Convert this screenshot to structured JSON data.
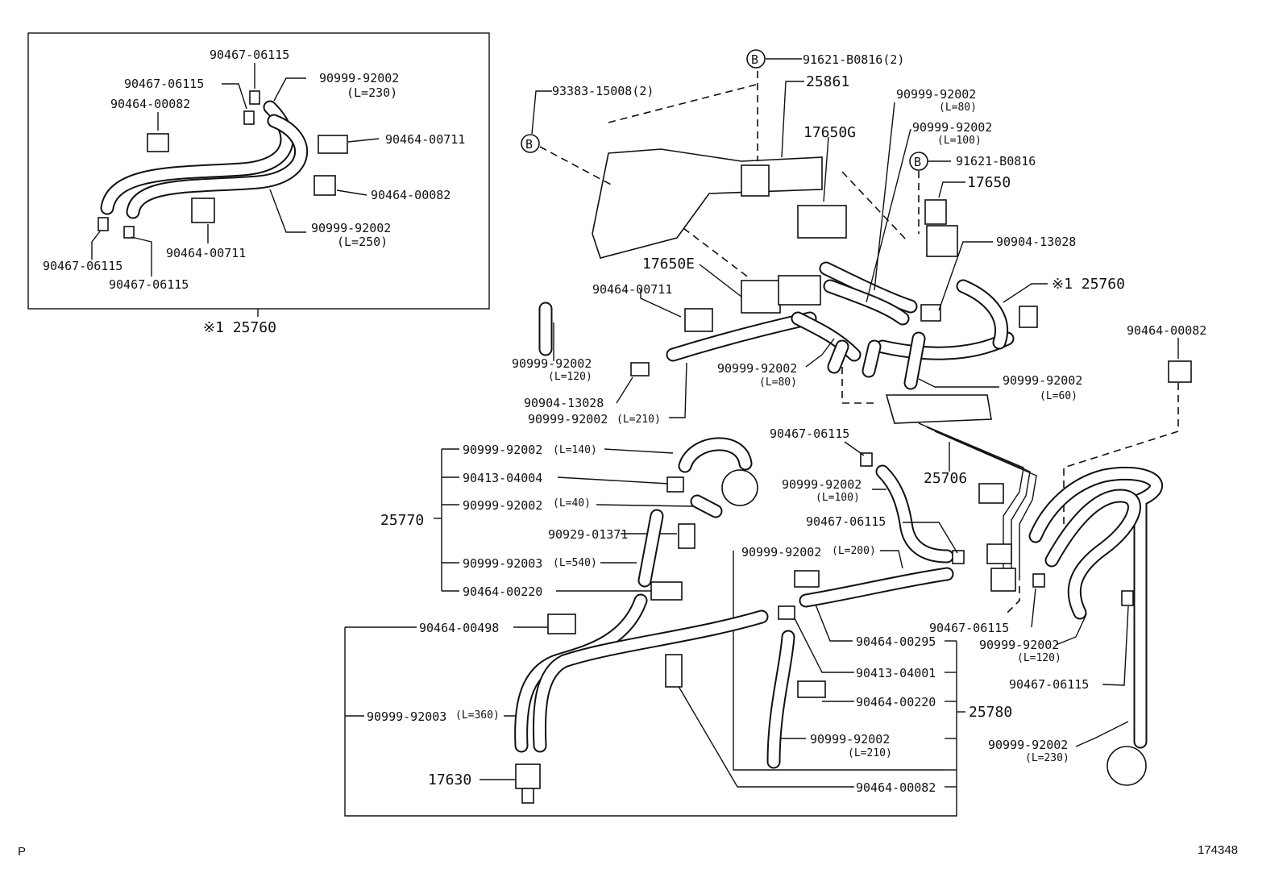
{
  "inset": {
    "caption": "※1 25760",
    "labels": {
      "l1": "90467-06115",
      "l2": "90467-06115",
      "l3": "90999-92002",
      "l3b": "(L=230)",
      "l4": "90464-00082",
      "l5": "90464-00711",
      "l6": "90464-00082",
      "l7": "90999-92002",
      "l7b": "(L=250)",
      "l8": "90464-00711",
      "l9": "90467-06115",
      "l10": "90467-06115"
    }
  },
  "main": {
    "b1": "91621-B0816(2)",
    "b2": "91621-B0816",
    "p93383": "93383-15008(2)",
    "p25861": "25861",
    "p17650g": "17650G",
    "p80a": "90999-92002",
    "p80a_b": "(L=80)",
    "p100a": "90999-92002",
    "p100a_b": "(L=100)",
    "p17650": "17650",
    "p13028a": "90904-13028",
    "p25760": "※1 25760",
    "p17650e": "17650E",
    "p00711": "90464-00711",
    "p120a": "90999-92002",
    "p120a_b": "(L=120)",
    "p80b": "90999-92002",
    "p80b_b": "(L=80)",
    "p60": "90999-92002",
    "p60_b": "(L=60)",
    "p00082r": "90464-00082",
    "p13028b": "90904-13028",
    "p210a": "90999-92002",
    "p210a_b": "(L=210)",
    "p06115a": "90467-06115",
    "p25706": "25706",
    "p100b": "90999-92002",
    "p100b_b": "(L=100)",
    "p06115b": "90467-06115",
    "p200": "90999-92002",
    "p200_b": "(L=200)",
    "p06115c": "90467-06115",
    "p120b": "90999-92002",
    "p120b_b": "(L=120)",
    "p06115d": "90467-06115",
    "p230": "90999-92002",
    "p230_b": "(L=230)"
  },
  "group25770": {
    "num": "25770",
    "r1": "90999-92002",
    "r1b": "(L=140)",
    "r2": "90413-04004",
    "r3": "90999-92002",
    "r3b": "(L=40)",
    "r4": "90929-01371",
    "r5": "90999-92003",
    "r5b": "(L=540)",
    "r6": "90464-00220"
  },
  "group25780": {
    "num": "25780",
    "q1": "90464-00498",
    "q2": "90999-92003",
    "q2b": "(L=360)",
    "q3": "90464-00295",
    "q4": "90413-04001",
    "q5": "90464-00220",
    "q6": "90999-92002",
    "q6b": "(L=210)",
    "q7": "90464-00082",
    "p17630": "17630"
  },
  "footer": {
    "left": "P",
    "right": "174348"
  }
}
